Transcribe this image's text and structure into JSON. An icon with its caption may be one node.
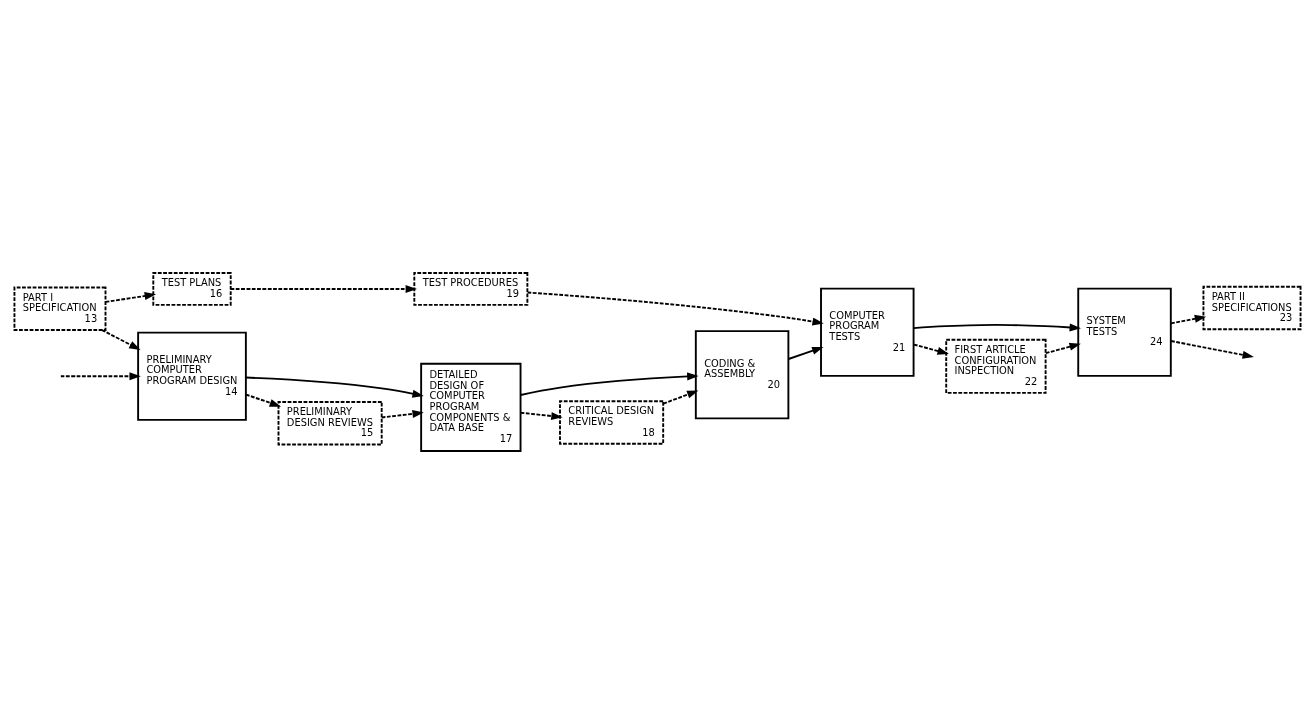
{
  "diagram": {
    "nodes": [
      {
        "text": [
          "PART I SPECIFICATION",
          "13"
        ]
      },
      {
        "text": [
          "TEST PLANS",
          "16"
        ]
      },
      {
        "text": [
          "TEST PROCEDURES",
          "19"
        ]
      },
      {
        "text": [
          "PART II SPECIFICATIONS",
          "23"
        ]
      },
      {
        "text": [
          "PRELIMINARY COMPUTER PROGRAM DESIGN",
          "14"
        ]
      },
      {
        "text": [
          "DETAILED DESIGN OF COMPUTER PROGRAM COMPONENTS & DATA BASE",
          "17"
        ]
      },
      {
        "text": [
          "CODING & ASSEMBLY",
          "20"
        ]
      },
      {
        "text": [
          "COMPUTER PROGRAM TESTS",
          "21"
        ]
      },
      {
        "text": [
          "SYSTEM TESTS",
          "24"
        ]
      },
      {
        "text": [
          "PRELIMINARY DESIGN REVIEWS",
          "15"
        ]
      },
      {
        "text": [
          "CRITICAL DESIGN REVIEWS",
          "18"
        ]
      },
      {
        "text": [
          "FIRST ARTICLE CONFIGURATION INSPECTION",
          "22"
        ]
      }
    ],
    "edges": [
      {
        "from": null,
        "to": 4,
        "arrow": "to",
        "style": "dashed"
      },
      {
        "from": 0,
        "to": 1,
        "arrow": "to",
        "style": "dashed"
      },
      {
        "from": 0,
        "to": 4,
        "arrow": "to",
        "style": "dashed"
      },
      {
        "from": 1,
        "to": 2,
        "arrow": "to",
        "style": "dashed"
      },
      {
        "from": 2,
        "to": 7,
        "arrow": "to",
        "style": "dashed"
      },
      {
        "from": 4,
        "to": 5,
        "arrow": "to"
      },
      {
        "from": 4,
        "to": 9,
        "arrow": "to",
        "style": "dashed"
      },
      {
        "from": 9,
        "to": 5,
        "arrow": "to",
        "style": "dashed"
      },
      {
        "from": 5,
        "to": 6,
        "arrow": "to"
      },
      {
        "from": 5,
        "to": 10,
        "arrow": "to",
        "style": "dashed"
      },
      {
        "from": 10,
        "to": 6,
        "arrow": "to",
        "style": "dashed"
      },
      {
        "from": 6,
        "to": 7,
        "arrow": "to"
      },
      {
        "from": 7,
        "to": 11,
        "arrow": "to",
        "style": "dashed"
      },
      {
        "from": 11,
        "to": 8,
        "arrow": "to",
        "style": "dashed"
      },
      {
        "from": 7,
        "to": 8,
        "arrow": "to"
      },
      {
        "from": 8,
        "to": 3,
        "arrow": "to",
        "style": "dashed"
      },
      {
        "from": 8,
        "to": null,
        "arrow": "to",
        "style": "dashed"
      }
    ]
  }
}
